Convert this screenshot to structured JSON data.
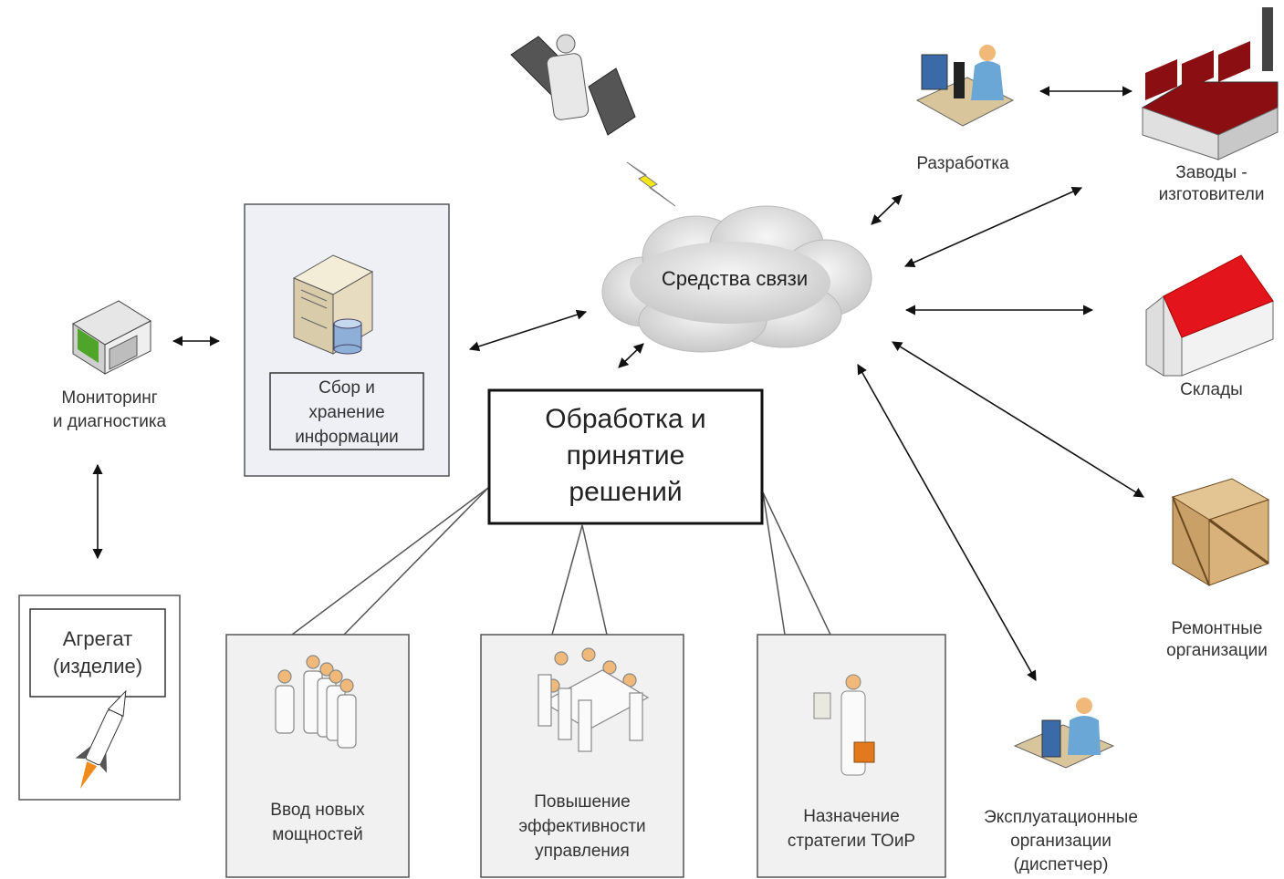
{
  "nodes": {
    "communications": "Средства связи",
    "development": "Разработка",
    "factories": "Заводы -\nизготовители",
    "warehouses": "Склады",
    "repair": "Ремонтные\nорганизации",
    "operators": "Эксплуатационные\nорганизации\n(диспетчер)",
    "monitoring": "Мониторинг\nи диагностика",
    "data_storage": "Сбор и\nхранение\nинформации",
    "unit": "Агрегат\n(изделие)",
    "decision": "Обработка и\nпринятие\nрешений",
    "new_capacity": "Ввод новых\nмощностей",
    "efficiency": "Повышение\nэффективности\nуправления",
    "strategy": "Назначение\nстратегии ТОиР"
  },
  "icons": {
    "satellite": "satellite-icon",
    "lightning": "lightning-icon",
    "cloud": "cloud-icon",
    "server": "server-icon",
    "database": "database-icon",
    "monitor_device": "monitoring-device-icon",
    "rocket": "rocket-icon",
    "engineer": "engineer-icon",
    "factory": "factory-icon",
    "house": "warehouse-icon",
    "crate": "crate-icon",
    "dispatcher": "dispatcher-icon",
    "people_group": "people-group-icon",
    "meeting": "meeting-icon",
    "manager": "manager-icon"
  },
  "colors": {
    "roof_red": "#e4141c",
    "factory_red": "#8b0f12",
    "panel_fill": "#eef0f6",
    "person_orange": "#f0b97a"
  }
}
